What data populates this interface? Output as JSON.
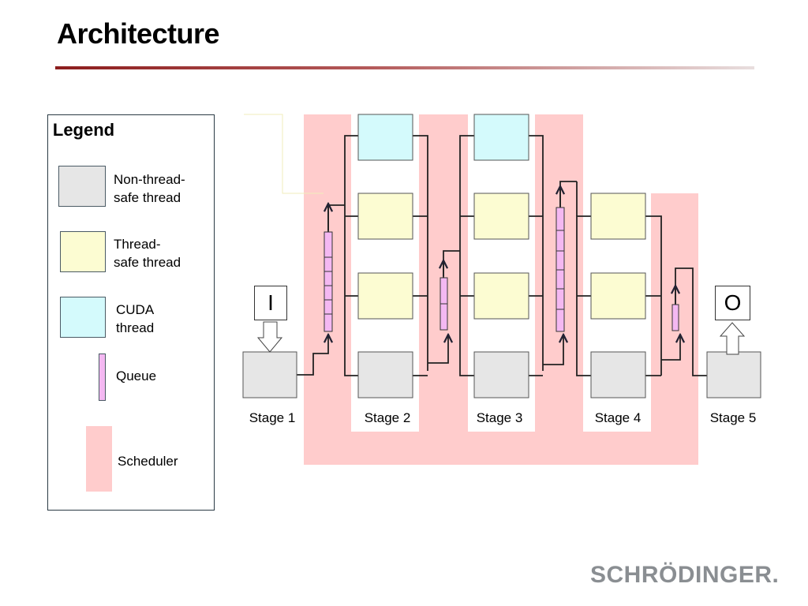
{
  "title": "Architecture",
  "legend": {
    "heading": "Legend",
    "items": [
      {
        "label": "Non-thread-\nsafe thread",
        "color": "#e6e6e6"
      },
      {
        "label": "Thread-\nsafe thread",
        "color": "#fcfcd2"
      },
      {
        "label": "CUDA\nthread",
        "color": "#d4fafc"
      },
      {
        "label": "Queue",
        "color": "#f4b8f2"
      },
      {
        "label": "Scheduler",
        "color": "#ffcccc"
      }
    ]
  },
  "stages": [
    "Stage 1",
    "Stage 2",
    "Stage 3",
    "Stage 4",
    "Stage 5"
  ],
  "input_label": "I",
  "output_label": "O",
  "logo": "SCHRÖDINGER."
}
